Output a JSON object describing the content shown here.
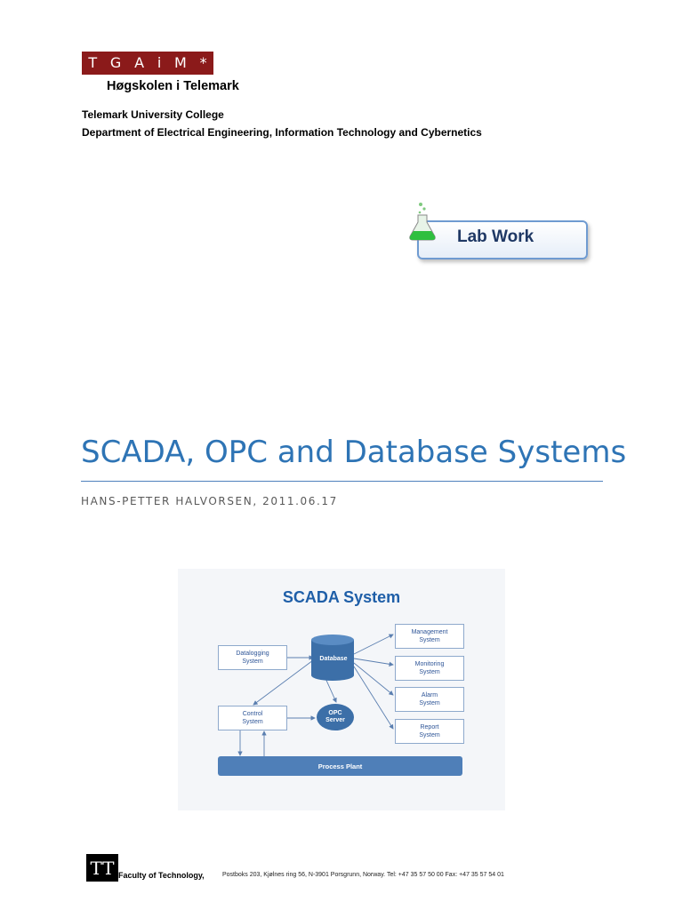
{
  "header": {
    "logo_glyphs": [
      "T",
      "G",
      "A",
      "i",
      "M",
      "*"
    ],
    "institution_short": "Høgskolen i Telemark",
    "college": "Telemark University College",
    "department": "Department of Electrical Engineering, Information Technology and Cybernetics"
  },
  "badge": {
    "label": "Lab Work",
    "icon": "flask-icon"
  },
  "document": {
    "title": "SCADA, OPC and Database Systems",
    "author_line": "HANS-PETTER HALVORSEN, 2011.06.17"
  },
  "diagram": {
    "title": "SCADA System",
    "nodes": {
      "datalogging": "Datalogging\nSystem",
      "database": "Database",
      "control": "Control\nSystem",
      "opc": "OPC\nServer",
      "management": "Management\nSystem",
      "monitoring": "Monitoring\nSystem",
      "alarm": "Alarm\nSystem",
      "report": "Report\nSystem",
      "plant": "Process Plant"
    }
  },
  "footer": {
    "logo_glyph": "TT",
    "faculty": "Faculty of Technology,",
    "address": "Postboks 203, Kjølnes ring 56, N-3901 Porsgrunn, Norway.   Tel: +47 35 57 50 00   Fax: +47 35 57 54 01"
  },
  "colors": {
    "brand_red": "#8b1a1a",
    "title_blue": "#2e74b5",
    "diagram_blue": "#4f7fb8"
  }
}
